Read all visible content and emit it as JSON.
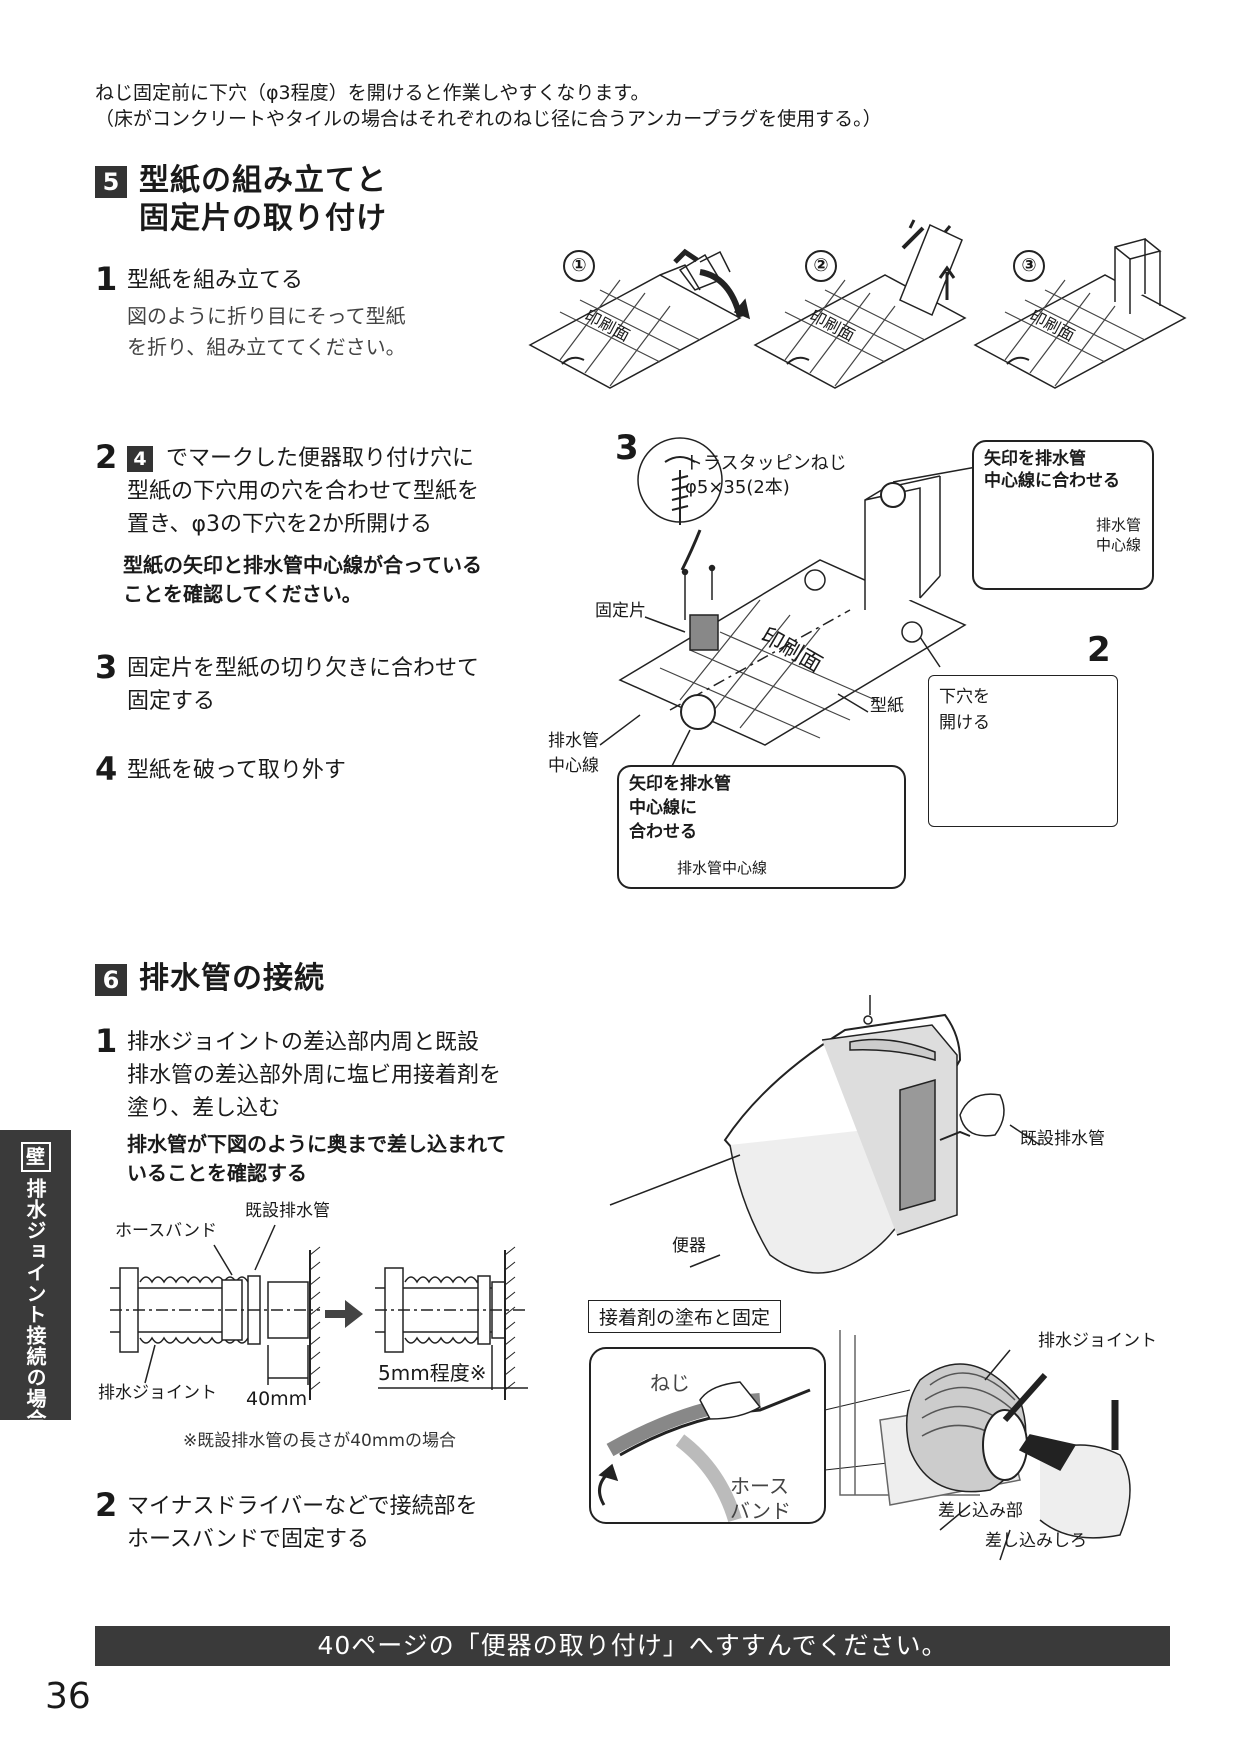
{
  "intro": {
    "line1": "ねじ固定前に下穴（φ3程度）を開けると作業しやすくなります。",
    "line2": "（床がコンクリートやタイルの場合はそれぞれのねじ径に合うアンカープラグを使用する。）"
  },
  "section5": {
    "number": "5",
    "title_line1": "型紙の組み立てと",
    "title_line2": "固定片の取り付け",
    "steps": [
      {
        "num": "1",
        "text": "型紙を組み立てる",
        "sub1": "図のように折り目にそって型紙",
        "sub2": "を折り、組み立ててください。"
      },
      {
        "num": "2",
        "ref": "4",
        "text1": "でマークした便器取り付け穴に",
        "text2": "型紙の下穴用の穴を合わせて型紙を",
        "text3": "置き、φ3の下穴を2か所開ける",
        "note1": "型紙の矢印と排水管中心線が合っている",
        "note2": "ことを確認してください。"
      },
      {
        "num": "3",
        "text1": "固定片を型紙の切り欠きに合わせて",
        "text2": "固定する"
      },
      {
        "num": "4",
        "text": "型紙を破って取り外す"
      }
    ],
    "fig1": {
      "step_labels": [
        "①",
        "②",
        "③"
      ],
      "print_label": "印刷面"
    },
    "fig2": {
      "num3": "3",
      "num2": "2",
      "screw_line1": "トラスタッピンねじ",
      "screw_line2": "φ5×35(2本)",
      "callout_top_line1": "矢印を排水管",
      "callout_top_line2": "中心線に合わせる",
      "pipe_center_line1": "排水管",
      "pipe_center_line2": "中心線",
      "fixing_piece": "固定片",
      "print_label": "印刷面",
      "template": "型紙",
      "pilot_line1": "下穴を",
      "pilot_line2": "開ける",
      "left_pipe_line1": "排水管",
      "left_pipe_line2": "中心線",
      "callout_bottom_line1": "矢印を排水管",
      "callout_bottom_line2": "中心線に",
      "callout_bottom_line3": "合わせる",
      "callout_bottom_pipe": "排水管中心線"
    }
  },
  "section6": {
    "number": "6",
    "title": "排水管の接続",
    "steps": [
      {
        "num": "1",
        "text1": "排水ジョイントの差込部内周と既設",
        "text2": "排水管の差込部外周に塩ビ用接着剤を",
        "text3": "塗り、差し込む",
        "note1": "排水管が下図のように奥まで差し込まれて",
        "note2": "いることを確認する"
      },
      {
        "num": "2",
        "text1": "マイナスドライバーなどで接続部を",
        "text2": "ホースバンドで固定する"
      }
    ],
    "diagram": {
      "hose_band": "ホースバンド",
      "existing_pipe": "既設排水管",
      "drain_joint": "排水ジョイント",
      "dim_40": "40mm",
      "dim_5": "5mm程度※",
      "footnote": "※既設排水管の長さが40mmの場合"
    },
    "photo": {
      "existing_pipe": "既設排水管",
      "toilet": "便器",
      "box_label": "接着剤の塗布と固定",
      "drain_joint": "排水ジョイント",
      "screw": "ねじ",
      "hose_line1": "ホース",
      "hose_line2": "バンド",
      "insert_part": "差し込み部",
      "insert_margin": "差し込みしろ"
    }
  },
  "side_tab": {
    "kabe": "壁",
    "text": "排水ジョイント接続の場合"
  },
  "footer": {
    "text": "40ページの「便器の取り付け」へすすんでください。"
  },
  "page_number": "36"
}
